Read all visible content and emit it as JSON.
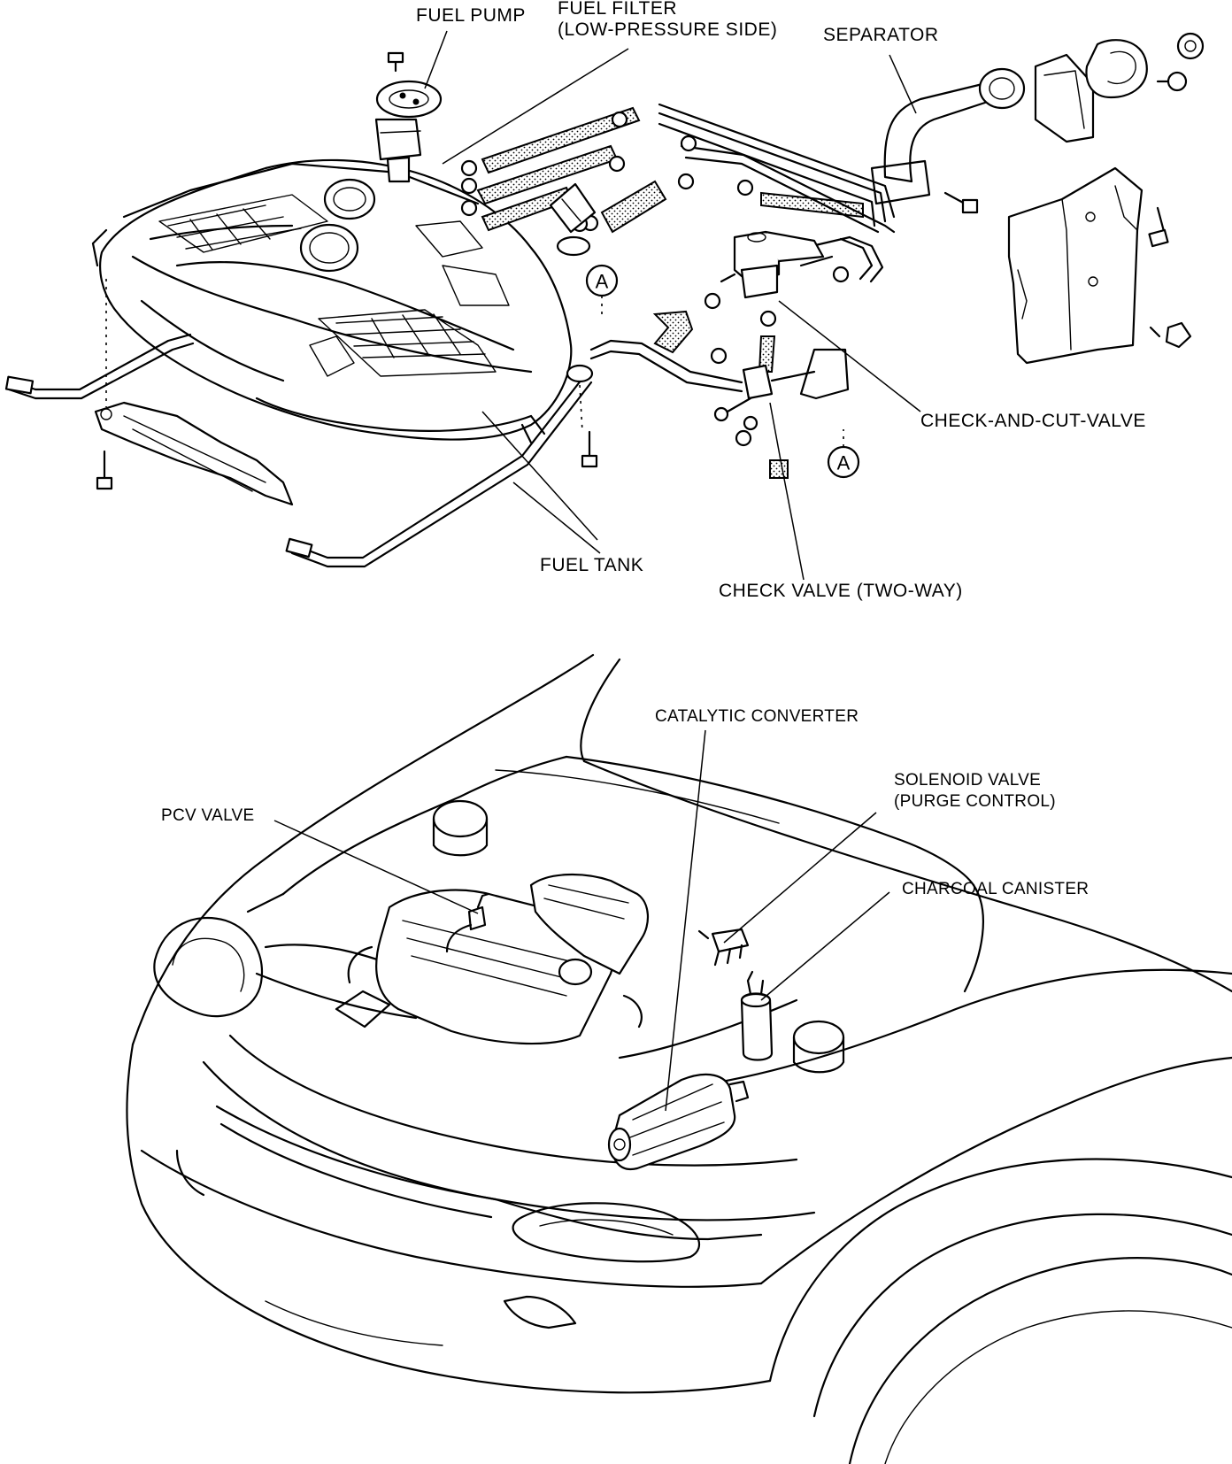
{
  "top_labels": {
    "fuel_pump": "FUEL PUMP",
    "fuel_filter_line1": "FUEL FILTER",
    "fuel_filter_line2": "(LOW-PRESSURE SIDE)",
    "separator": "SEPARATOR",
    "check_and_cut_valve": "CHECK-AND-CUT-VALVE",
    "fuel_tank": "FUEL TANK",
    "check_valve": "CHECK VALVE (TWO-WAY)",
    "ref_marker": "A"
  },
  "bottom_labels": {
    "catalytic_converter": "CATALYTIC CONVERTER",
    "solenoid_valve_line1": "SOLENOID VALVE",
    "solenoid_valve_line2": "(PURGE CONTROL)",
    "pcv_valve": "PCV VALVE",
    "charcoal_canister": "CHARCOAL CANISTER"
  }
}
